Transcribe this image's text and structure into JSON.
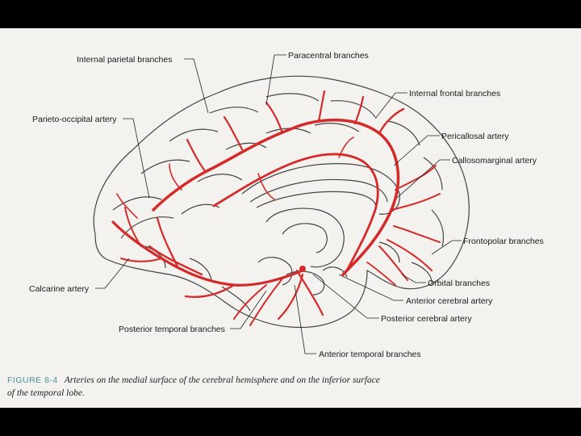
{
  "figure": {
    "labels": {
      "internal_parietal": "Internal parietal branches",
      "paracentral": "Paracentral branches",
      "internal_frontal": "Internal frontal branches",
      "parieto_occipital": "Parieto-occipital artery",
      "pericallosal": "Pericallosal artery",
      "callosomarginal": "Callosomarginal artery",
      "frontopolar": "Frontopolar branches",
      "orbital": "Orbital branches",
      "calcarine": "Calcarine artery",
      "anterior_cerebral": "Anterior cerebral artery",
      "posterior_cerebral": "Posterior cerebral artery",
      "posterior_temporal": "Posterior temporal branches",
      "anterior_temporal": "Anterior temporal branches"
    },
    "colors": {
      "artery": "#d42a2a",
      "outline": "#444444",
      "leader": "#222222"
    }
  },
  "caption": {
    "label": "FIGURE 8-4",
    "text_line1": "Arteries on the medial surface of the cerebral hemisphere and on the inferior surface",
    "text_line2": "of the temporal lobe."
  }
}
